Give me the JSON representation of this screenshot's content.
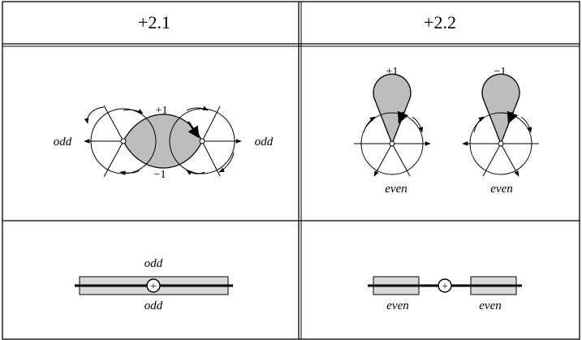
{
  "table": {
    "headers": [
      "+2.1",
      "+2.2"
    ]
  },
  "cell_2_1": {
    "top_label": "+1",
    "bottom_label": "−1",
    "left_label": "odd",
    "right_label": "odd"
  },
  "cell_2_2": {
    "left_petal_label": "+1",
    "right_petal_label": "−1",
    "left_bottom_label": "even",
    "right_bottom_label": "even"
  },
  "band_2_1": {
    "top_label": "odd",
    "bottom_label": "odd",
    "marker": "+"
  },
  "band_2_2": {
    "left_label": "even",
    "right_label": "even",
    "marker": "+"
  },
  "colors": {
    "fill_gray": "#bdbdbd",
    "band_gray": "#d9d9d9",
    "line": "#000000"
  }
}
